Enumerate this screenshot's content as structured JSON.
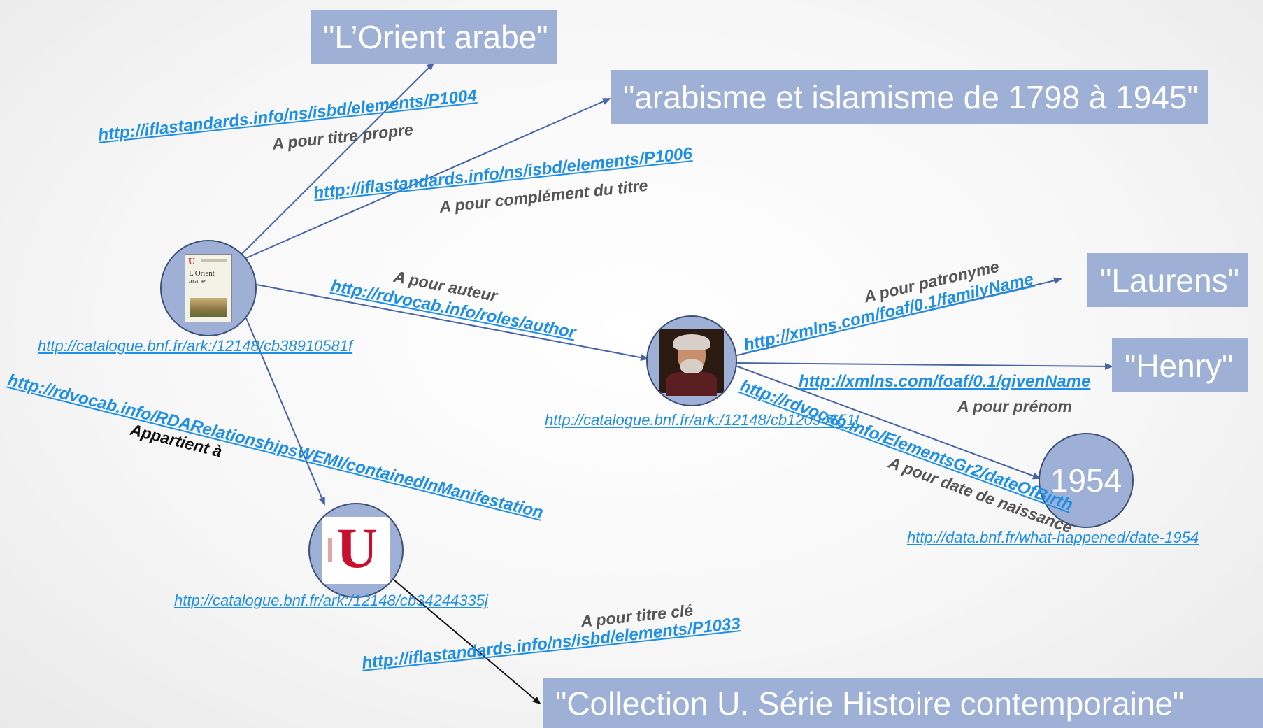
{
  "literals": {
    "orient_arabe": "\"L’Orient arabe\"",
    "complement": "\"arabisme et islamisme de 1798 à 1945\"",
    "laurens": "\"Laurens\"",
    "henry": "\"Henry\"",
    "collection": "\"Collection U. Série Histoire contemporaine\"",
    "year": "1954"
  },
  "book_cover": {
    "letter": "U",
    "title": "L'Orient arabe"
  },
  "collection_logo": {
    "letter": "U"
  },
  "node_uris": {
    "book": "http://catalogue.bnf.fr/ark:/12148/cb38910581f",
    "author": "http://catalogue.bnf.fr/ark:/12148/cb12094651t",
    "collection": "http://catalogue.bnf.fr/ark:/12148/cb34244335j",
    "date": "http://data.bnf.fr/what-happened/date-1954"
  },
  "predicates": {
    "title_uri": "http://iflastandards.info/ns/isbd/elements/P1004",
    "title_label": "A pour titre propre",
    "complement_uri": "http://iflastandards.info/ns/isbd/elements/P1006",
    "complement_label": "A pour complément du titre",
    "author_uri": "http://rdvocab.info/roles/author",
    "author_label": "A pour auteur",
    "contained_uri": "http://rdvocab.info/RDARelationshipsWEMI/containedInManifestation",
    "contained_label": "Appartient à",
    "family_uri": "http://xmlns.com/foaf/0.1/familyName",
    "family_label": "A pour patronyme",
    "given_uri": "http://xmlns.com/foaf/0.1/givenName",
    "given_label": "A pour prénom",
    "birth_uri": "http://rdvocab.info/ElementsGr2/dateOfBirth",
    "birth_label": "A pour date de naissance",
    "keytitle_uri": "http://iflastandards.info/ns/isbd/elements/P1033",
    "keytitle_label": "A pour titre clé"
  },
  "colors": {
    "node_fill": "#9fb0d6",
    "edge": "#4a64a8",
    "uri_text": "#1e8fe6",
    "label_text": "#555555"
  },
  "icons": {
    "book": "book-cover-icon",
    "author": "author-portrait-icon",
    "collection": "collection-u-logo-icon"
  }
}
